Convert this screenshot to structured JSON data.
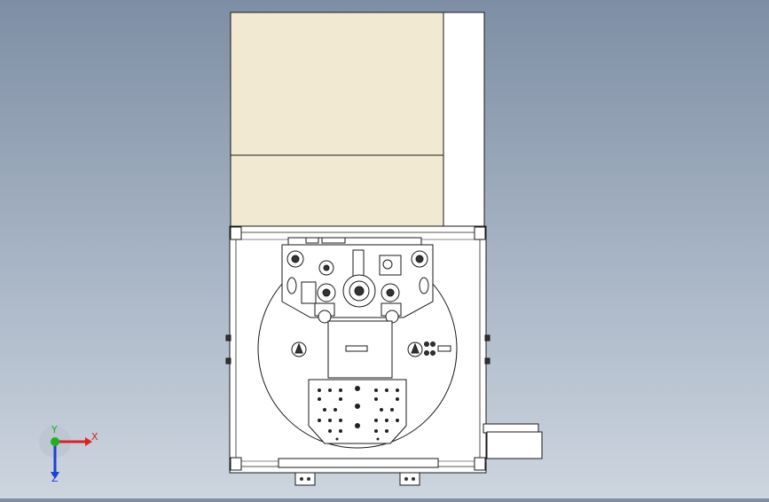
{
  "viewport": {
    "background_top": "#7e8ea4",
    "background_bottom": "#cdd5df",
    "panel_color": "#f1e9d2",
    "machine_color": "#ffffff",
    "line_color": "#1a1a1a"
  },
  "triad": {
    "x_label": "X",
    "y_label": "Y",
    "z_label": "Z",
    "x_color": "#e02020",
    "y_color": "#20b020",
    "z_color": "#2040d0"
  }
}
